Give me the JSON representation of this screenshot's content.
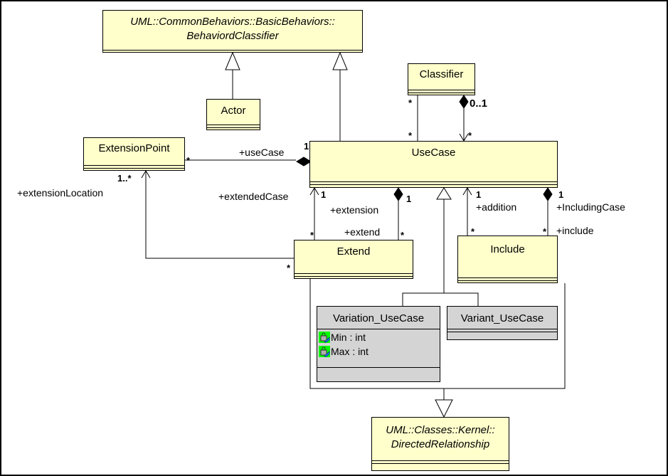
{
  "classes": {
    "behaviored_classifier": {
      "line1": "UML::CommonBehaviors::BasicBehaviors::",
      "line2": "BehaviordClassifier"
    },
    "actor": {
      "name": "Actor"
    },
    "classifier": {
      "name": "Classifier"
    },
    "extension_point": {
      "name": "ExtensionPoint"
    },
    "use_case": {
      "name": "UseCase"
    },
    "extend": {
      "name": "Extend"
    },
    "include": {
      "name": "Include"
    },
    "variation_use_case": {
      "name": "Variation_UseCase",
      "attributes": [
        "Min : int",
        "Max : int"
      ]
    },
    "variant_use_case": {
      "name": "Variant_UseCase"
    },
    "directed_relationship": {
      "line1": "UML::Classes::Kernel::",
      "line2": "DirectedRelationship"
    }
  },
  "roles": {
    "use_case": "+useCase",
    "extension_location": "+extensionLocation",
    "extended_case": "+extendedCase",
    "extension": "+extension",
    "extend": "+extend",
    "addition": "+addition",
    "including_case": "+IncludingCase",
    "include": "+include"
  },
  "multiplicities": {
    "classifier_many": "*",
    "usecase_classifier_many": "*",
    "classifier_0_1": "0..1",
    "usecase_many": "*",
    "extpoint_many": "*",
    "usecase_one": "1",
    "extpoint_one_many": "1..*",
    "extended_one": "1",
    "extend_left_many": "*",
    "extension_one": "1",
    "extend_right_many": "*",
    "extend_bottom_many": "*",
    "addition_one": "1",
    "include_left_many": "*",
    "including_one": "1",
    "include_right_many": "*"
  },
  "colors": {
    "class_fill": "#ffffcc",
    "gray_fill": "#d4d4d4",
    "icon_green": "#00ff00",
    "icon_blue": "#1e90ff"
  },
  "icons": [
    "attribute-icon"
  ]
}
